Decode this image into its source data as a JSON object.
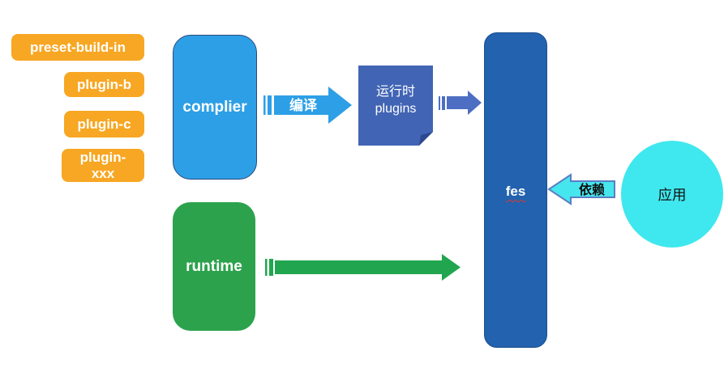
{
  "plugins_stack": {
    "color": "#F7A723",
    "items": [
      {
        "label": "preset-build-in"
      },
      {
        "label": "plugin-b"
      },
      {
        "label": "plugin-c"
      },
      {
        "label": "plugin-xxx"
      }
    ]
  },
  "complier": {
    "label": "complier",
    "fill": "#2D9FE6"
  },
  "runtime": {
    "label": "runtime",
    "fill": "#2CA24C"
  },
  "runtime_plugins": {
    "line1": "运行时",
    "line2": "plugins",
    "fill": "#4164B4"
  },
  "fes": {
    "label": "fes",
    "fill": "#2262AE",
    "underline_style": "red-wavy"
  },
  "app": {
    "label": "应用",
    "fill": "#3FE8EE"
  },
  "arrows": {
    "compile": {
      "label": "编译",
      "fill": "#2D9FE6",
      "direction": "right"
    },
    "plugins_to_fes": {
      "fill": "#4D6EC2",
      "direction": "right"
    },
    "runtime_to_fes": {
      "fill": "#21A64F",
      "direction": "right"
    },
    "depend": {
      "label": "依赖",
      "fill": "#45E6EE",
      "border": "#5B7FC4",
      "direction": "left"
    }
  }
}
